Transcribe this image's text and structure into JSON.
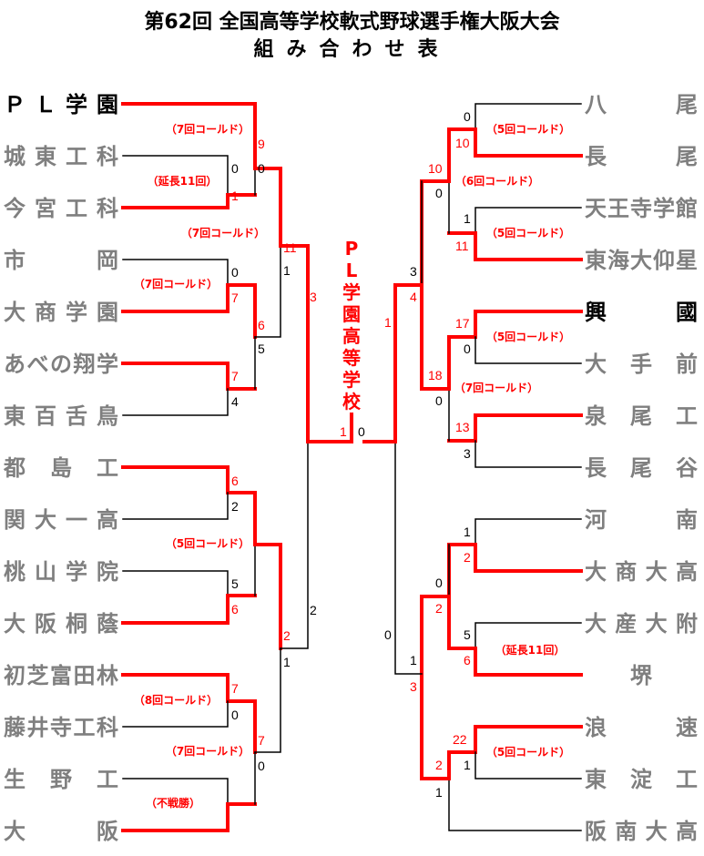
{
  "title": {
    "line1": "第62回 全国高等学校軟式野球選手権大阪大会",
    "line2": "組み合わせ表"
  },
  "colors": {
    "winner_line": "#ff0000",
    "loser_line": "#000000",
    "team_text": "#7f7f7f",
    "seed_team_text": "#000000"
  },
  "champion": "PL学園高等学校",
  "left_teams": [
    {
      "name": "ＰＬ学園",
      "seed": true
    },
    {
      "name": "城東工科",
      "seed": false
    },
    {
      "name": "今宮工科",
      "seed": false
    },
    {
      "name": "市　　岡",
      "seed": false
    },
    {
      "name": "大商学園",
      "seed": false
    },
    {
      "name": "あべの翔学",
      "seed": false
    },
    {
      "name": "東百舌鳥",
      "seed": false
    },
    {
      "name": "都　島　工",
      "seed": false
    },
    {
      "name": "関大一高",
      "seed": false
    },
    {
      "name": "桃山学院",
      "seed": false
    },
    {
      "name": "大阪桐蔭",
      "seed": false
    },
    {
      "name": "初芝富田林",
      "seed": false
    },
    {
      "name": "藤井寺工科",
      "seed": false
    },
    {
      "name": "生　野　工",
      "seed": false
    },
    {
      "name": "大　　阪",
      "seed": false
    }
  ],
  "right_teams": [
    {
      "name": "八　　尾",
      "seed": false
    },
    {
      "name": "長　　尾",
      "seed": false
    },
    {
      "name": "天王寺学館",
      "seed": false
    },
    {
      "name": "東海大仰星",
      "seed": false
    },
    {
      "name": "興　　國",
      "seed": true
    },
    {
      "name": "大　手　前",
      "seed": false
    },
    {
      "name": "泉　尾　工",
      "seed": false
    },
    {
      "name": "長　尾　谷",
      "seed": false
    },
    {
      "name": "河　　南",
      "seed": false
    },
    {
      "name": "大商大高",
      "seed": false
    },
    {
      "name": "大産大附",
      "seed": false
    },
    {
      "name": "堺",
      "seed": false
    },
    {
      "name": "浪　　速",
      "seed": false
    },
    {
      "name": "東　淀　工",
      "seed": false
    },
    {
      "name": "阪南大高",
      "seed": false
    }
  ],
  "scores": {
    "l_pl_r2": "9",
    "l_jt_r1": "0",
    "l_im_r1": "1",
    "l_im_r2": "0",
    "l_r3_top": "11",
    "l_ic_r1": "0",
    "l_ds_r1": "7",
    "l_ds_r2": "6",
    "l_ab_r1": "7",
    "l_hm_r1": "4",
    "l_ab_r2": "5",
    "l_r3_topbot": "1",
    "l_sf_top": "3",
    "l_mj_r1": "6",
    "l_kd_r1": "2",
    "l_mo_r1": "5",
    "l_ot_r1": "6",
    "l_ht_r1": "7",
    "l_fj_r1": "0",
    "l_ht_r2": "7",
    "l_os_r2": "0",
    "l_r3_bot_top": "2",
    "l_r3_bot_bot": "1",
    "l_sf_bot": "2",
    "final_left": "1",
    "final_right": "0",
    "r_ya_r1": "0",
    "r_na_r1": "10",
    "r_r2_top": "10",
    "r_r2_topbot": "0",
    "r_te_r1": "1",
    "r_tk_r1": "11",
    "r_sf_top_lose": "3",
    "r_sf_top_win": "4",
    "r_kk_r1": "17",
    "r_ot_r1": "0",
    "r_r2_b_top": "18",
    "r_r2_b_bot": "0",
    "r_iz_r1": "13",
    "r_no_r1": "3",
    "r_final_sf": "1",
    "r_kn_r1": "1",
    "r_dsd_r1": "2",
    "r_r2_c_top": "0",
    "r_r2_c_win": "2",
    "r_dsa_r1": "5",
    "r_sk_r1": "6",
    "r_sf_bot_lose": "0",
    "r_sf_bot_top": "1",
    "r_sf_bot_win": "3",
    "r_nh_r1": "22",
    "r_hy_r1": "1",
    "r_r2_d_win": "2",
    "r_r2_d_lose": "1"
  },
  "notes": {
    "n1": "（7回コールド）",
    "n2": "（延長11回）",
    "n3": "（7回コールド）",
    "n4": "（7回コールド）",
    "n5": "（5回コールド）",
    "n6": "（8回コールド）",
    "n7": "（7回コールド）",
    "n8": "（不戦勝）",
    "r1": "（5回コールド）",
    "r2": "（6回コールド）",
    "r3": "（5回コールド）",
    "r4": "（5回コールド）",
    "r5": "（7回コールド）",
    "r6": "（延長11回）",
    "r7": "（5回コールド）"
  }
}
